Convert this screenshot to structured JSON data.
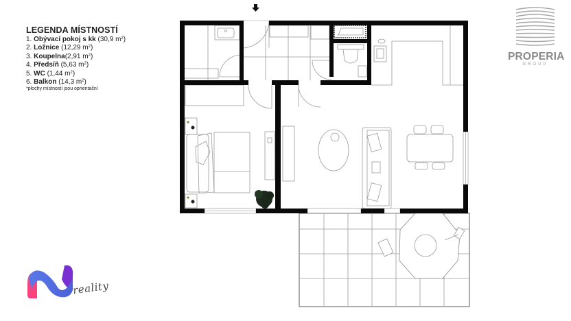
{
  "legend": {
    "title": "LEGENDA MÍSTNOSTÍ",
    "items": [
      {
        "num": "1.",
        "name": "Obývací pokoj  s kk",
        "area": "(30,9 m",
        "unit_sup": "2",
        "close": ")"
      },
      {
        "num": "2.",
        "name": "Ložnice",
        "area": "(12,29 m",
        "unit_sup": "2",
        "close": ")"
      },
      {
        "num": "3.",
        "name": "Koupelna",
        "area": "(2,91 m",
        "unit_sup": "2",
        "close": ")"
      },
      {
        "num": "4.",
        "name": "Předsíň",
        "area": "(5,63 m",
        "unit_sup": "2",
        "close": ")"
      },
      {
        "num": "5.",
        "name": "WC",
        "area": "(1,44 m",
        "unit_sup": "2",
        "close": ")"
      },
      {
        "num": "6.",
        "name": "Balkon",
        "area": " (14,3 m",
        "unit_sup": "2",
        "close": ")"
      }
    ],
    "note": "*plochy místností jsou oprientační"
  },
  "brand": {
    "name": "PROPERIA",
    "sub": "GROUP"
  },
  "agency": {
    "logo_letter": "N",
    "script_text": "reality"
  },
  "colors": {
    "wall": "#0a0a0a",
    "line": "#9a9a9a",
    "brand_gray": "#8a8a8a",
    "logo_pink": "#f0457f",
    "logo_blue": "#4f6fe0",
    "logo_purple": "#7a2fd0",
    "plant": "#1d2a1d"
  },
  "floorplan": {
    "entrance_marker": "entrance-arrow"
  }
}
